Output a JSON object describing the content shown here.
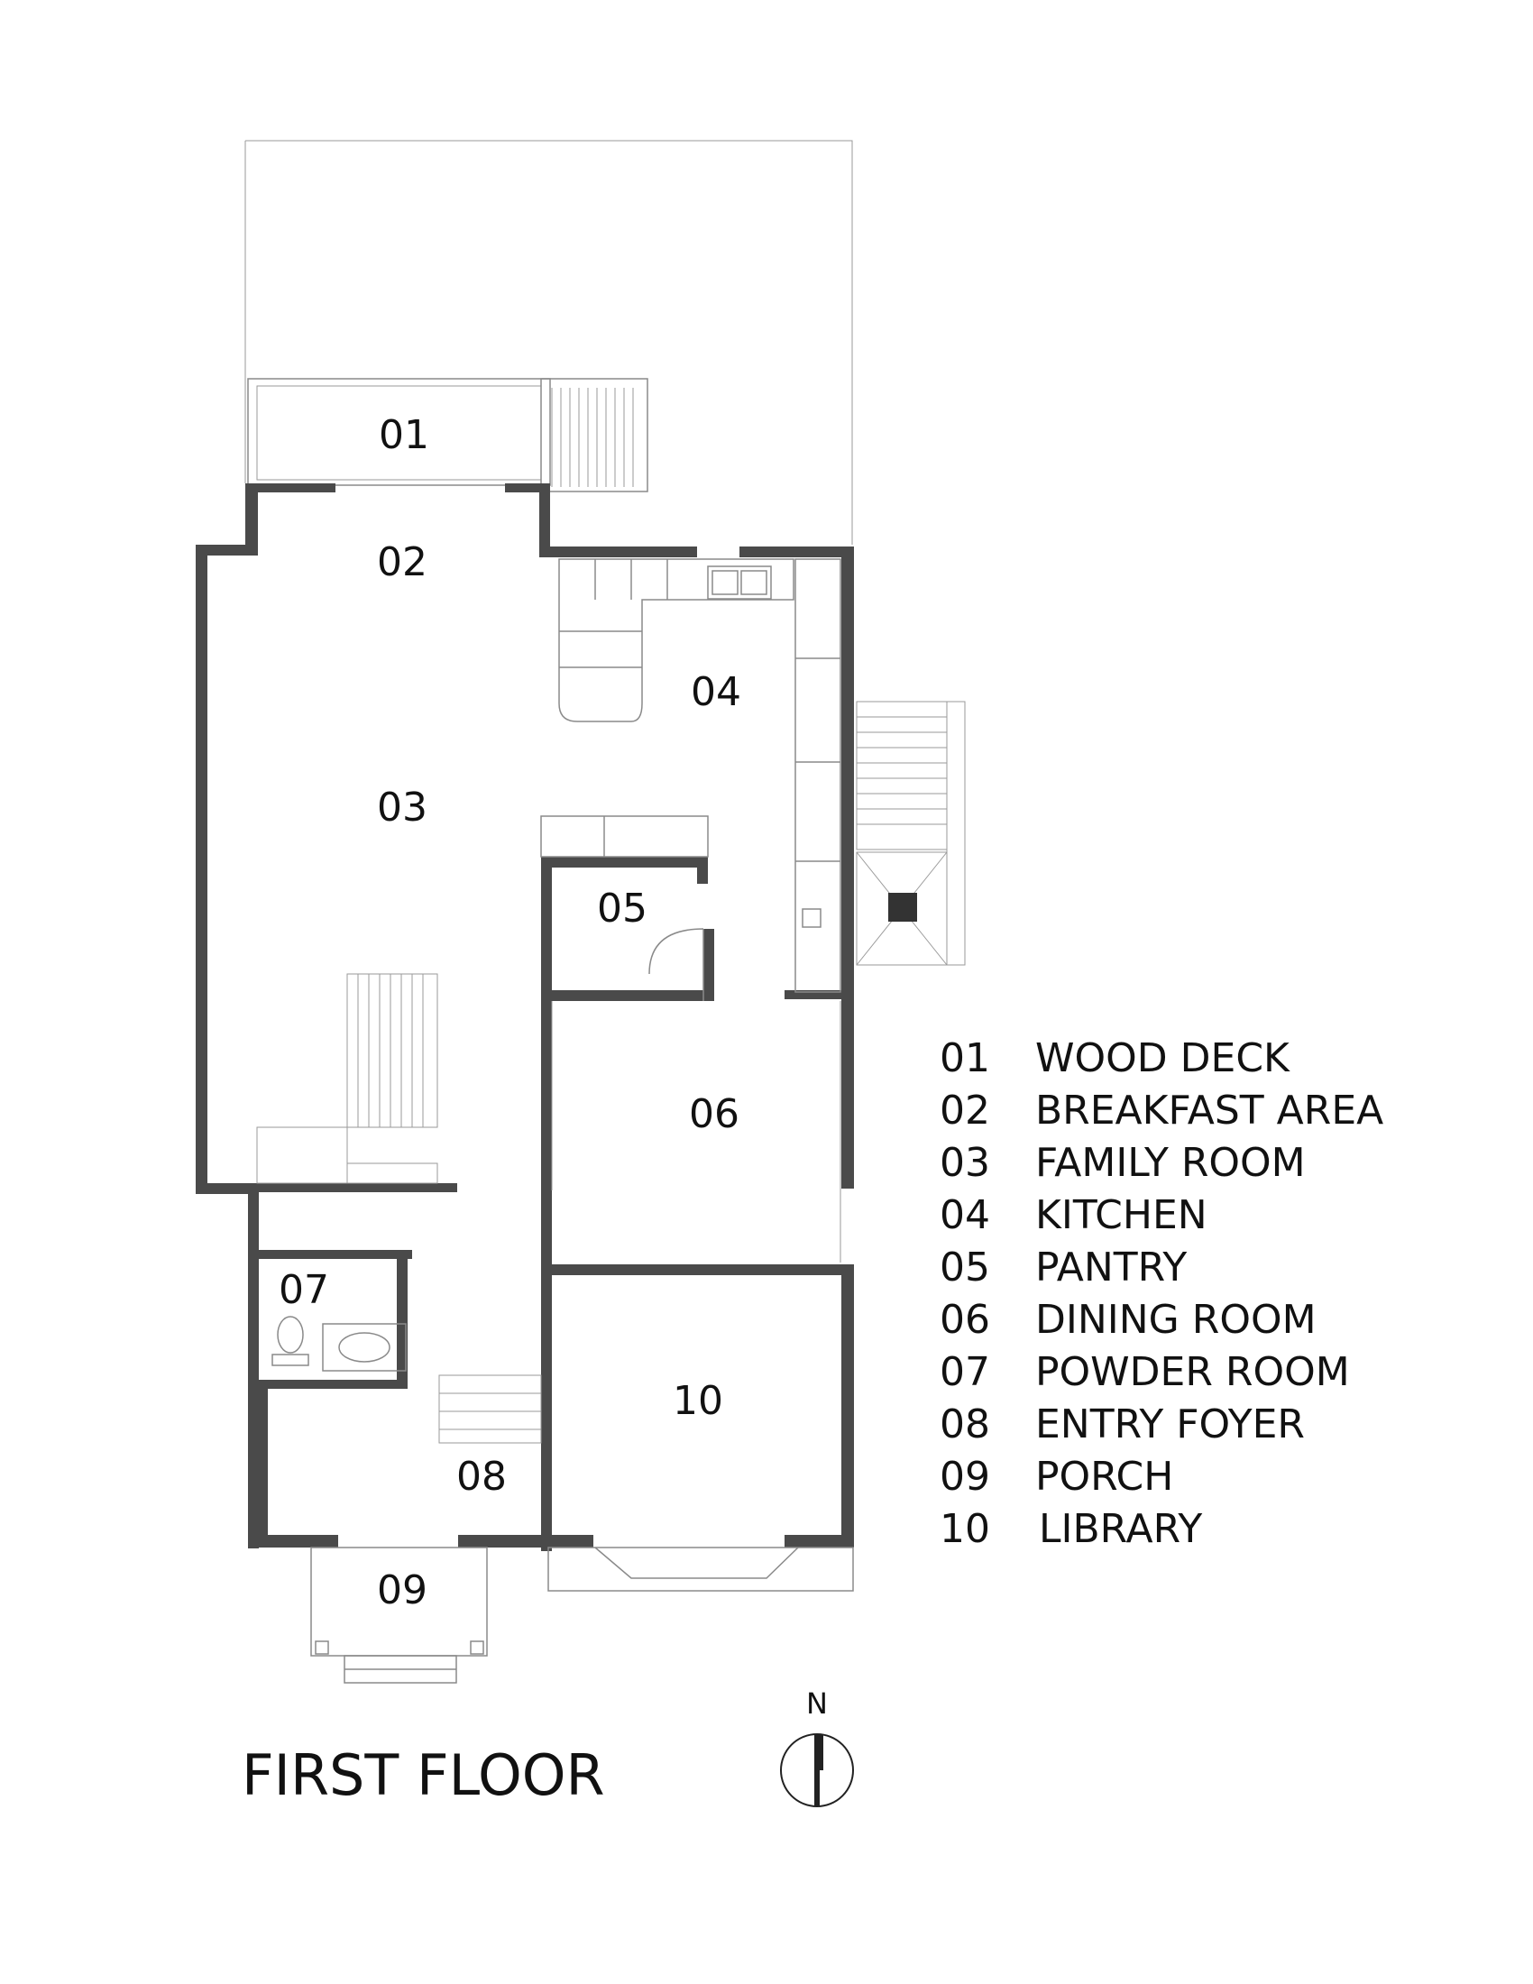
{
  "plan": {
    "title": "FIRST FLOOR",
    "north": "N",
    "rooms": [
      {
        "number": "01",
        "name": "WOOD DECK"
      },
      {
        "number": "02",
        "name": "BREAKFAST AREA"
      },
      {
        "number": "03",
        "name": "FAMILY ROOM"
      },
      {
        "number": "04",
        "name": "KITCHEN"
      },
      {
        "number": "05",
        "name": "PANTRY"
      },
      {
        "number": "06",
        "name": "DINING ROOM"
      },
      {
        "number": "07",
        "name": "POWDER ROOM"
      },
      {
        "number": "08",
        "name": "ENTRY FOYER"
      },
      {
        "number": "09",
        "name": "PORCH"
      },
      {
        "number": "10",
        "name": "LIBRARY"
      }
    ]
  }
}
